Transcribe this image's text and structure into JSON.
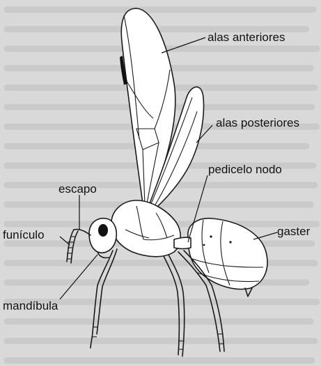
{
  "diagram": {
    "labels": {
      "forewings": "alas anteriores",
      "hindwings": "alas posteriores",
      "pedicel_node": "pedicelo nodo",
      "scape": "escapo",
      "gaster": "gaster",
      "funicle": "funículo",
      "mandible": "mandíbula"
    }
  }
}
